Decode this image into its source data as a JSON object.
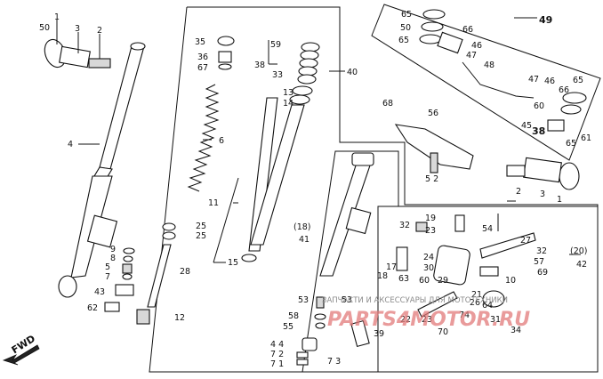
{
  "watermark": {
    "line1": "ЗАПЧАСТИ И АКСЕССУАРЫ ДЛЯ МОТОТЕХНИКИ",
    "line2": "PARTS4MOTOR.RU"
  },
  "direction_label": "FWD",
  "callouts": {
    "c1": "1",
    "c2": "2",
    "c3": "3",
    "c4": "4",
    "c50": "50",
    "c35": "35",
    "c36": "36",
    "c67": "67",
    "c6": "6",
    "c11": "11",
    "c25a": "25",
    "c25b": "25",
    "c15": "15",
    "c28": "28",
    "c12": "12",
    "c9": "9",
    "c8": "8",
    "c5": "5",
    "c7": "7",
    "c43": "43",
    "c62": "62",
    "c59": "59",
    "c38": "38",
    "c33": "33",
    "c13": "13",
    "c14": "14",
    "c40": "40",
    "c18": "(18)",
    "c41": "41",
    "c65a": "65",
    "c50b": "50",
    "c65b": "65",
    "c66": "66",
    "c46": "46",
    "c47": "47",
    "c48": "48",
    "c49": "49",
    "c47b": "47",
    "c46b": "46",
    "c66b": "66",
    "c65c": "65",
    "c60": "60",
    "c45": "45",
    "c38b": "38",
    "c65d": "65",
    "c61": "61",
    "c68": "68",
    "c56": "56",
    "c52": "5 2",
    "c2b": "2",
    "c3b": "3",
    "c1b": "1",
    "c32a": "32",
    "c19": "19",
    "c23": "23",
    "c54": "54",
    "c27": "27",
    "c32b": "32",
    "c20": "(20)",
    "c42": "42",
    "c57": "57",
    "c69": "69",
    "c24": "24",
    "c30": "30",
    "c17": "17",
    "c18b": "18",
    "c63": "63",
    "c60b": "60",
    "c29": "29",
    "c10": "10",
    "c21": "21",
    "c64": "64",
    "c26": "26",
    "c74": "74",
    "c31": "31",
    "c34": "34",
    "c22": "22",
    "c23b": "23",
    "c70": "70",
    "c53a": "53",
    "c53b": "53",
    "c58": "58",
    "c55": "55",
    "c39": "39",
    "c44": "4 4",
    "c72": "7 2",
    "c71": "7 1",
    "c73": "7 3"
  }
}
